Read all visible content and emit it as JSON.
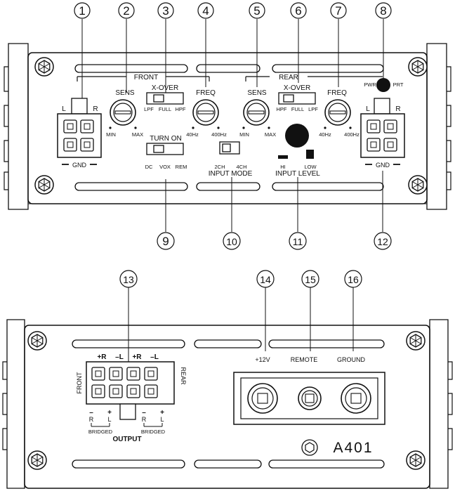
{
  "callouts": [
    "1",
    "2",
    "3",
    "4",
    "5",
    "6",
    "7",
    "8",
    "9",
    "10",
    "11",
    "12",
    "13",
    "14",
    "15",
    "16"
  ],
  "top_panel": {
    "front_label": "FRONT",
    "rear_label": "REAR",
    "sens_label": "SENS",
    "xover_label": "X-OVER",
    "freq_label": "FREQ",
    "front_xover_opts": [
      "LPF",
      "FULL",
      "HPF"
    ],
    "rear_xover_opts": [
      "HPF",
      "FULL",
      "LPF"
    ],
    "min_label": "MIN",
    "max_label": "MAX",
    "freq_low": "40Hz",
    "freq_high": "400Hz",
    "turn_on_label": "TURN ON",
    "turn_on_opts": [
      "DC",
      "VOX",
      "REM"
    ],
    "input_mode_label": "INPUT MODE",
    "input_mode_opts": [
      "2CH",
      "4CH"
    ],
    "input_level_label": "INPUT LEVEL",
    "input_level_opts": [
      "HI",
      "LOW"
    ],
    "pwr_label": "PWR",
    "prt_label": "PRT",
    "l_label": "L",
    "r_label": "R",
    "gnd_label": "GND"
  },
  "bottom_panel": {
    "output_label": "OUTPUT",
    "front_label": "FRONT",
    "rear_label": "REAR",
    "plus_r": "+R",
    "minus_l": "L",
    "bridged_label": "BRIDGED",
    "r_label": "R",
    "l_label": "L",
    "power_12v": "+12V",
    "remote_label": "REMOTE",
    "ground_label": "GROUND",
    "model": "A401"
  }
}
